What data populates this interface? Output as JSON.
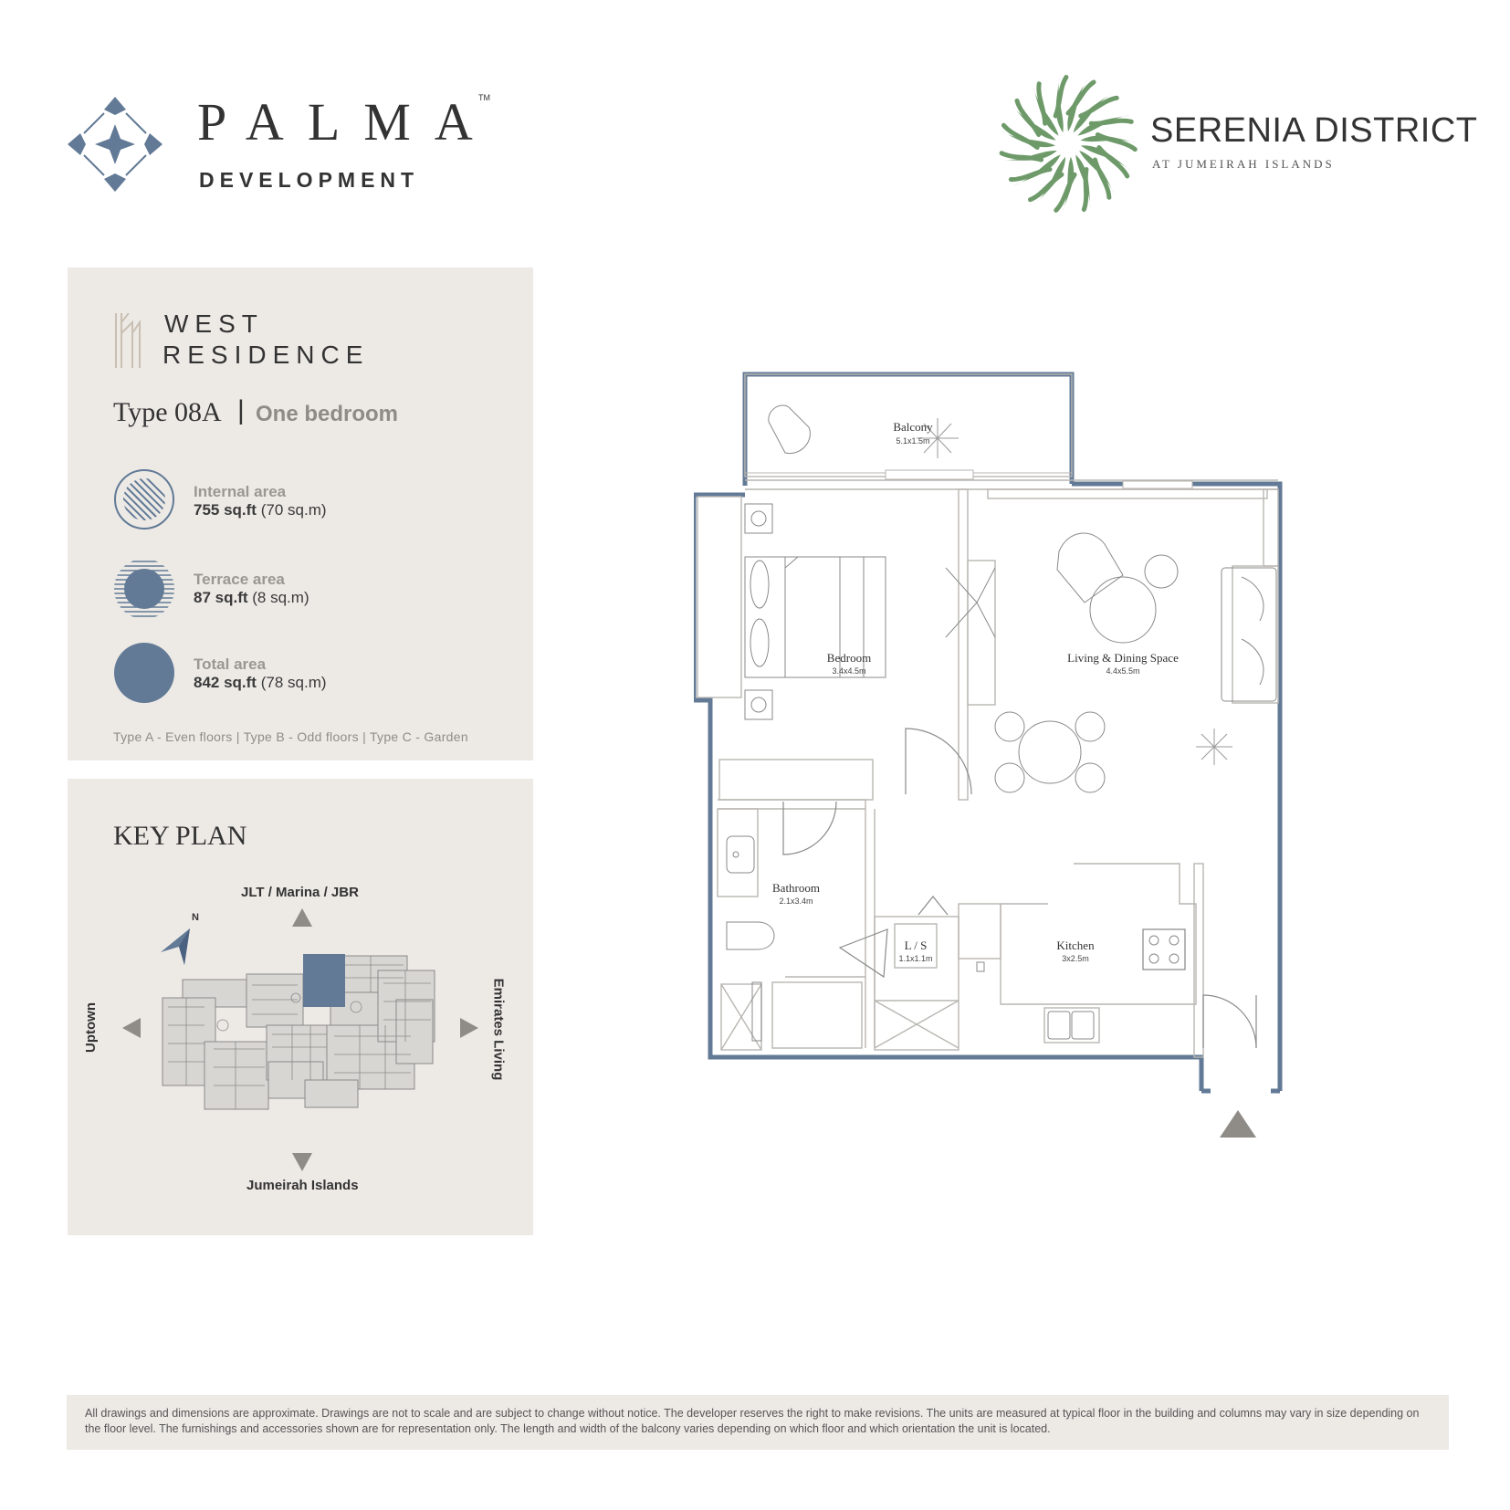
{
  "brand": {
    "developer_word": "PALMA",
    "developer_tm": "TM",
    "developer_sub": "DEVELOPMENT",
    "project_name": "SERENIA DISTRICT",
    "project_sub": "AT JUMEIRAH ISLANDS",
    "colors": {
      "accent_blue": "#627a96",
      "leaf_green": "#6e9a6a",
      "panel_bg": "#edeae6"
    }
  },
  "unit": {
    "building_line1": "WEST",
    "building_line2": "RESIDENCE",
    "type": "Type 08A",
    "separator": "|",
    "bedrooms": "One bedroom",
    "areas": [
      {
        "label": "Internal area",
        "value": "755 sq.ft",
        "metric": "(70 sq.m)",
        "icon": "hatched-circle-icon"
      },
      {
        "label": "Terrace area",
        "value": "87 sq.ft",
        "metric": "(8 sq.m)",
        "icon": "striped-circle-icon"
      },
      {
        "label": "Total area",
        "value": "842 sq.ft",
        "metric": "(78 sq.m)",
        "icon": "solid-circle-icon"
      }
    ],
    "type_note": "Type A - Even floors | Type B - Odd floors | Type C - Garden"
  },
  "key_plan": {
    "title": "KEY PLAN",
    "north": "N",
    "top": "JLT / Marina / JBR",
    "bottom": "Jumeirah Islands",
    "left": "Uptown",
    "right": "Emirates Living"
  },
  "rooms": [
    {
      "id": "balcony",
      "name": "Balcony",
      "dims": "5.1x1.5m"
    },
    {
      "id": "bedroom",
      "name": "Bedroom",
      "dims": "3.4x4.5m"
    },
    {
      "id": "living",
      "name": "Living & Dining Space",
      "dims": "4.4x5.5m"
    },
    {
      "id": "bathroom",
      "name": "Bathroom",
      "dims": "2.1x3.4m"
    },
    {
      "id": "ls",
      "name": "L / S",
      "dims": "1.1x1.1m"
    },
    {
      "id": "kitchen",
      "name": "Kitchen",
      "dims": "3x2.5m"
    }
  ],
  "disclaimer": "All drawings and dimensions are approximate. Drawings are not to scale and are subject to change without notice. The developer reserves the right to make revisions. The units are measured at typical floor in the building and columns may vary in size depending on the floor level. The furnishings and accessories shown are for representation only. The length and width of the balcony varies depending on which floor and which orientation the unit is located."
}
